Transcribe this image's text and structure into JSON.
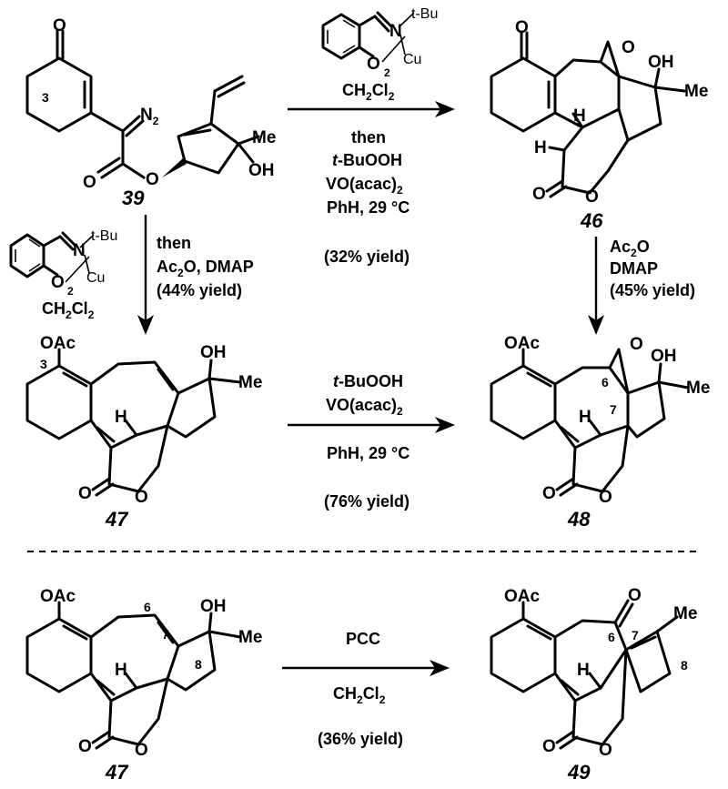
{
  "compounds": {
    "c39": "39",
    "c46": "46",
    "c47a": "47",
    "c48": "48",
    "c47b": "47",
    "c49": "49"
  },
  "atoms": {
    "O": "O",
    "OH": "OH",
    "Me": "Me",
    "H": "H",
    "OAc": "OAc",
    "N2": "N",
    "N2_sub": "2",
    "N": "N",
    "Cu": "Cu",
    "tBu": "t-Bu",
    "two": "2"
  },
  "atom_numbers": {
    "n3": "3",
    "n6": "6",
    "n7": "7",
    "n8": "8"
  },
  "reaction_top": {
    "solvent": "CH",
    "solvent_sub1": "2",
    "solvent_mid": "Cl",
    "solvent_sub2": "2",
    "line1": "then",
    "line2_italic": "t",
    "line2_rest": "-BuOOH",
    "line3_main": "VO(acac)",
    "line3_sub": "2",
    "line4": "PhH, 29 °C",
    "yield": "(32% yield)"
  },
  "reaction_left": {
    "line1": "then",
    "line2_a": "Ac",
    "line2_sub": "2",
    "line2_b": "O, DMAP",
    "yield": "(44% yield)",
    "solvent": "CH",
    "solvent_sub1": "2",
    "solvent_mid": "Cl",
    "solvent_sub2": "2"
  },
  "reaction_right": {
    "line1_a": "Ac",
    "line1_sub": "2",
    "line1_b": "O",
    "line2": "DMAP",
    "yield": "(45% yield)"
  },
  "reaction_middle": {
    "line1_italic": "t",
    "line1_rest": "-BuOOH",
    "line2_main": "VO(acac)",
    "line2_sub": "2",
    "line3": "PhH, 29 °C",
    "yield": "(76% yield)"
  },
  "reaction_bottom": {
    "line1": "PCC",
    "line2_a": "CH",
    "line2_sub1": "2",
    "line2_mid": "Cl",
    "line2_sub2": "2",
    "yield": "(36% yield)"
  }
}
